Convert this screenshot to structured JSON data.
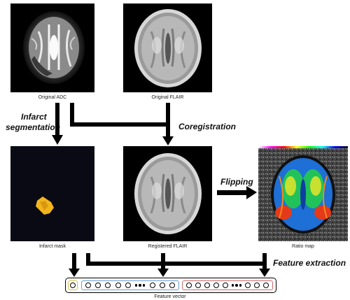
{
  "captions": {
    "original_adc": "Original ADC",
    "original_flair": "Original FLAIR",
    "infarct_mask": "Infarct mask",
    "registered_flair": "Registered FLAIR",
    "ratio_map": "Ratio map",
    "feature_vector": "Feature vector"
  },
  "steps": {
    "infarct_segmentation_line1": "Infarct",
    "infarct_segmentation_line2": "segmentation",
    "coregistration": "Coregistration",
    "flipping": "Flipping",
    "feature_extraction": "Feature extraction"
  },
  "colors": {
    "mask_lesion": "#f2b51c",
    "yellow_group": "#d4c24a",
    "blue_group": "#6aa0d6",
    "red_group": "#d06a6a"
  },
  "feature_vector": {
    "yellow_group_circles": 1,
    "blue_group_left_circles": 5,
    "blue_group_right_circles": 3,
    "red_group_left_circles": 5,
    "red_group_right_circles": 3
  }
}
